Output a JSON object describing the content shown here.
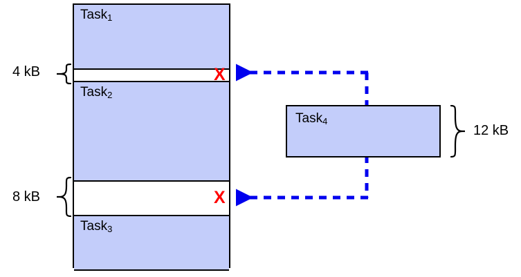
{
  "diagram": {
    "title": "memory-allocation-fragmentation",
    "colors": {
      "block_fill": "#c3cdfa",
      "block_border": "#000000",
      "arrow": "#0000ee",
      "reject_mark": "#ff0000",
      "background": "#ffffff"
    }
  },
  "memory": {
    "blocks": [
      {
        "id": "task1",
        "label": "Task",
        "sub": "1",
        "state": "used"
      },
      {
        "id": "free1",
        "label": "",
        "sub": "",
        "state": "free",
        "size": "4 kB"
      },
      {
        "id": "task2",
        "label": "Task",
        "sub": "2",
        "state": "used"
      },
      {
        "id": "free2",
        "label": "",
        "sub": "",
        "state": "free",
        "size": "8 kB"
      },
      {
        "id": "task3",
        "label": "Task",
        "sub": "3",
        "state": "used"
      }
    ]
  },
  "size_labels": {
    "free1": "4 kB",
    "free2": "8 kB",
    "task4": "12 kB"
  },
  "incoming_task": {
    "label": "Task",
    "sub": "4",
    "size": "12 kB"
  },
  "marks": {
    "reject_glyph": "X",
    "reject_upper_name": "reject-4kb-gap",
    "reject_lower_name": "reject-8kb-gap"
  }
}
